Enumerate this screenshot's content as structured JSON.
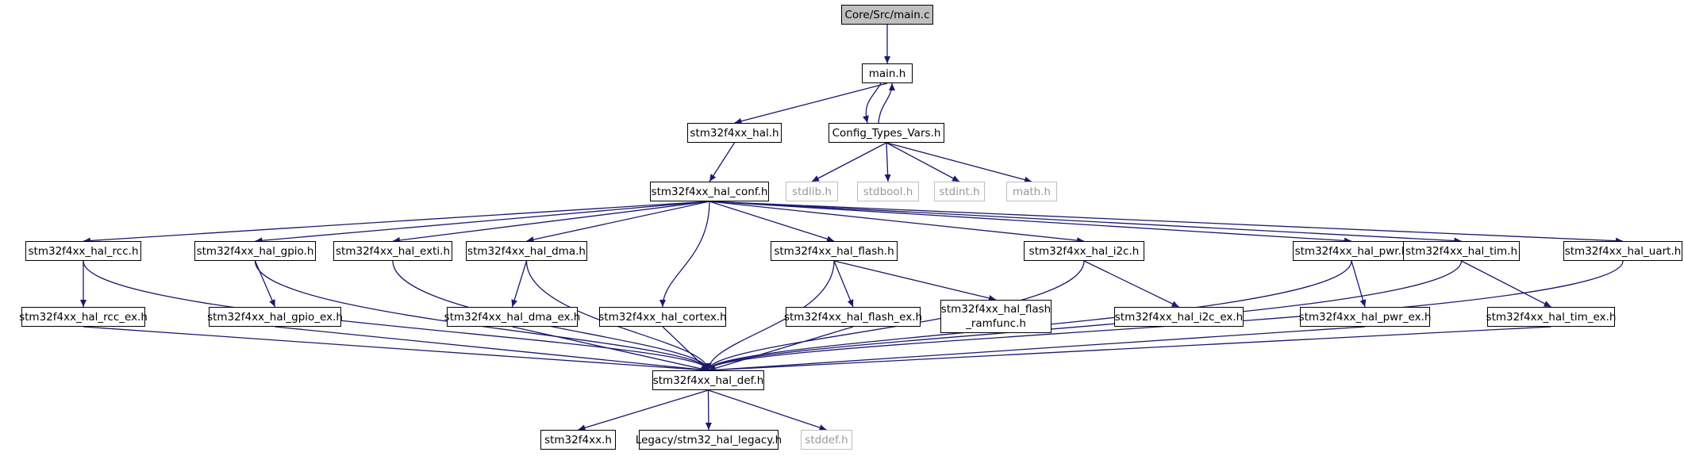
{
  "diagram": {
    "type": "include-dependency-graph",
    "colors": {
      "edge": "#191970",
      "node_border": "#000000",
      "root_fill": "#bfbfbf",
      "system_header_border": "#bfbfbf",
      "system_header_text": "#999999"
    },
    "nodes": [
      {
        "id": "main_c",
        "label": "Core/Src/main.c",
        "kind": "root"
      },
      {
        "id": "main_h",
        "label": "main.h",
        "kind": "local"
      },
      {
        "id": "hal_h",
        "label": "stm32f4xx_hal.h",
        "kind": "local"
      },
      {
        "id": "config",
        "label": "Config_Types_Vars.h",
        "kind": "local"
      },
      {
        "id": "hal_conf",
        "label": "stm32f4xx_hal_conf.h",
        "kind": "local"
      },
      {
        "id": "stdlib",
        "label": "stdlib.h",
        "kind": "system"
      },
      {
        "id": "stdbool",
        "label": "stdbool.h",
        "kind": "system"
      },
      {
        "id": "stdint",
        "label": "stdint.h",
        "kind": "system"
      },
      {
        "id": "math",
        "label": "math.h",
        "kind": "system"
      },
      {
        "id": "rcc",
        "label": "stm32f4xx_hal_rcc.h",
        "kind": "local"
      },
      {
        "id": "gpio",
        "label": "stm32f4xx_hal_gpio.h",
        "kind": "local"
      },
      {
        "id": "exti",
        "label": "stm32f4xx_hal_exti.h",
        "kind": "local"
      },
      {
        "id": "dma",
        "label": "stm32f4xx_hal_dma.h",
        "kind": "local"
      },
      {
        "id": "flash",
        "label": "stm32f4xx_hal_flash.h",
        "kind": "local"
      },
      {
        "id": "i2c",
        "label": "stm32f4xx_hal_i2c.h",
        "kind": "local"
      },
      {
        "id": "pwr",
        "label": "stm32f4xx_hal_pwr.h",
        "kind": "local"
      },
      {
        "id": "tim",
        "label": "stm32f4xx_hal_tim.h",
        "kind": "local"
      },
      {
        "id": "uart",
        "label": "stm32f4xx_hal_uart.h",
        "kind": "local"
      },
      {
        "id": "rcc_ex",
        "label": "stm32f4xx_hal_rcc_ex.h",
        "kind": "local"
      },
      {
        "id": "gpio_ex",
        "label": "stm32f4xx_hal_gpio_ex.h",
        "kind": "local"
      },
      {
        "id": "dma_ex",
        "label": "stm32f4xx_hal_dma_ex.h",
        "kind": "local"
      },
      {
        "id": "cortex",
        "label": "stm32f4xx_hal_cortex.h",
        "kind": "local"
      },
      {
        "id": "flash_ex",
        "label": "stm32f4xx_hal_flash_ex.h",
        "kind": "local"
      },
      {
        "id": "flash_ramfunc",
        "label": "stm32f4xx_hal_flash\n_ramfunc.h",
        "kind": "local"
      },
      {
        "id": "i2c_ex",
        "label": "stm32f4xx_hal_i2c_ex.h",
        "kind": "local"
      },
      {
        "id": "pwr_ex",
        "label": "stm32f4xx_hal_pwr_ex.h",
        "kind": "local"
      },
      {
        "id": "tim_ex",
        "label": "stm32f4xx_hal_tim_ex.h",
        "kind": "local"
      },
      {
        "id": "hal_def",
        "label": "stm32f4xx_hal_def.h",
        "kind": "local"
      },
      {
        "id": "stm32f4xx",
        "label": "stm32f4xx.h",
        "kind": "local"
      },
      {
        "id": "legacy",
        "label": "Legacy/stm32_hal_legacy.h",
        "kind": "local"
      },
      {
        "id": "stddef",
        "label": "stddef.h",
        "kind": "system"
      }
    ],
    "edges": [
      [
        "main_c",
        "main_h"
      ],
      [
        "main_h",
        "hal_h"
      ],
      [
        "main_h",
        "config"
      ],
      [
        "config",
        "main_h"
      ],
      [
        "hal_h",
        "hal_conf"
      ],
      [
        "config",
        "stdlib"
      ],
      [
        "config",
        "stdbool"
      ],
      [
        "config",
        "stdint"
      ],
      [
        "config",
        "math"
      ],
      [
        "hal_conf",
        "rcc"
      ],
      [
        "hal_conf",
        "gpio"
      ],
      [
        "hal_conf",
        "exti"
      ],
      [
        "hal_conf",
        "dma"
      ],
      [
        "hal_conf",
        "cortex"
      ],
      [
        "hal_conf",
        "flash"
      ],
      [
        "hal_conf",
        "i2c"
      ],
      [
        "hal_conf",
        "pwr"
      ],
      [
        "hal_conf",
        "tim"
      ],
      [
        "hal_conf",
        "uart"
      ],
      [
        "rcc",
        "rcc_ex"
      ],
      [
        "rcc",
        "hal_def"
      ],
      [
        "rcc_ex",
        "hal_def"
      ],
      [
        "gpio",
        "gpio_ex"
      ],
      [
        "gpio",
        "hal_def"
      ],
      [
        "gpio_ex",
        "hal_def"
      ],
      [
        "exti",
        "hal_def"
      ],
      [
        "dma",
        "dma_ex"
      ],
      [
        "dma",
        "hal_def"
      ],
      [
        "dma_ex",
        "hal_def"
      ],
      [
        "cortex",
        "hal_def"
      ],
      [
        "flash",
        "flash_ex"
      ],
      [
        "flash",
        "flash_ramfunc"
      ],
      [
        "flash",
        "hal_def"
      ],
      [
        "flash_ex",
        "hal_def"
      ],
      [
        "i2c",
        "i2c_ex"
      ],
      [
        "i2c",
        "hal_def"
      ],
      [
        "pwr",
        "pwr_ex"
      ],
      [
        "pwr",
        "hal_def"
      ],
      [
        "pwr_ex",
        "hal_def"
      ],
      [
        "tim",
        "tim_ex"
      ],
      [
        "tim",
        "hal_def"
      ],
      [
        "tim_ex",
        "hal_def"
      ],
      [
        "uart",
        "hal_def"
      ],
      [
        "hal_def",
        "stm32f4xx"
      ],
      [
        "hal_def",
        "legacy"
      ],
      [
        "hal_def",
        "stddef"
      ]
    ]
  }
}
